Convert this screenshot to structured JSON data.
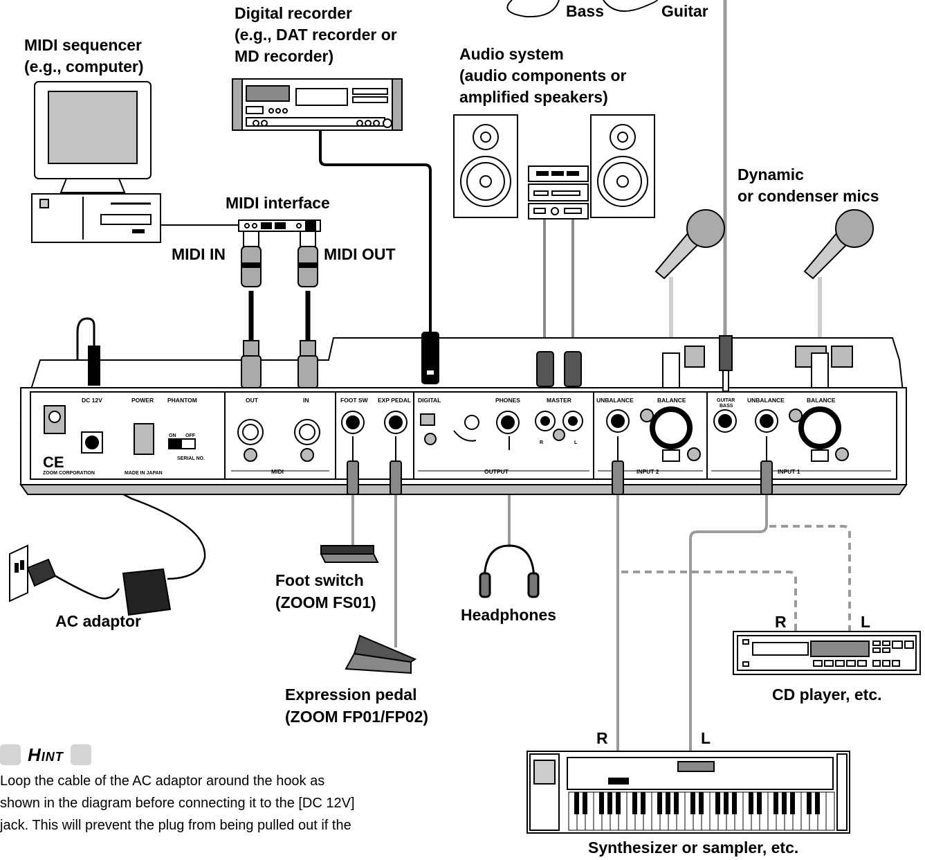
{
  "labels": {
    "bass": "Bass",
    "guitar": "Guitar",
    "digital_recorder": [
      "Digital recorder",
      "(e.g., DAT recorder or",
      "MD recorder)"
    ],
    "midi_sequencer": [
      "MIDI sequencer",
      "(e.g., computer)"
    ],
    "audio_system": [
      "Audio system",
      "(audio components or",
      "amplified speakers)"
    ],
    "mics": [
      "Dynamic",
      "or condenser mics"
    ],
    "midi_interface": "MIDI interface",
    "midi_in": "MIDI IN",
    "midi_out": "MIDI OUT",
    "ac_adaptor": "AC adaptor",
    "foot_switch": [
      "Foot switch",
      "(ZOOM FS01)"
    ],
    "headphones": "Headphones",
    "expression_pedal": [
      "Expression pedal",
      "(ZOOM FP01/FP02)"
    ],
    "cd_player": "CD player, etc.",
    "synth": "Synthesizer or sampler, etc.",
    "r": "R",
    "l": "L"
  },
  "panel": {
    "dc12v": "DC 12V",
    "power": "POWER",
    "phantom": "PHANTOM",
    "on": "ON",
    "off": "OFF",
    "serial": "SERIAL NO.",
    "brand": "ZOOM CORPORATION",
    "made": "MADE IN JAPAN",
    "out": "OUT",
    "in": "IN",
    "midi": "MIDI",
    "foot_sw": "FOOT SW",
    "exp_pedal": "EXP PEDAL",
    "digital": "DIGITAL",
    "phones": "PHONES",
    "master": "MASTER",
    "output": "OUTPUT",
    "unbalance": "UNBALANCE",
    "balance": "BALANCE",
    "guitar_bass": [
      "GUITAR",
      "BASS"
    ],
    "input2": "INPUT 2",
    "input1": "INPUT 1",
    "r": "R",
    "l": "L"
  },
  "hint": {
    "title": "Hint",
    "lines": [
      "Loop the cable of the AC adaptor around the hook as",
      "shown in the diagram before connecting it to the [DC 12V]",
      "jack. This will prevent the plug from being pulled out if the"
    ]
  }
}
